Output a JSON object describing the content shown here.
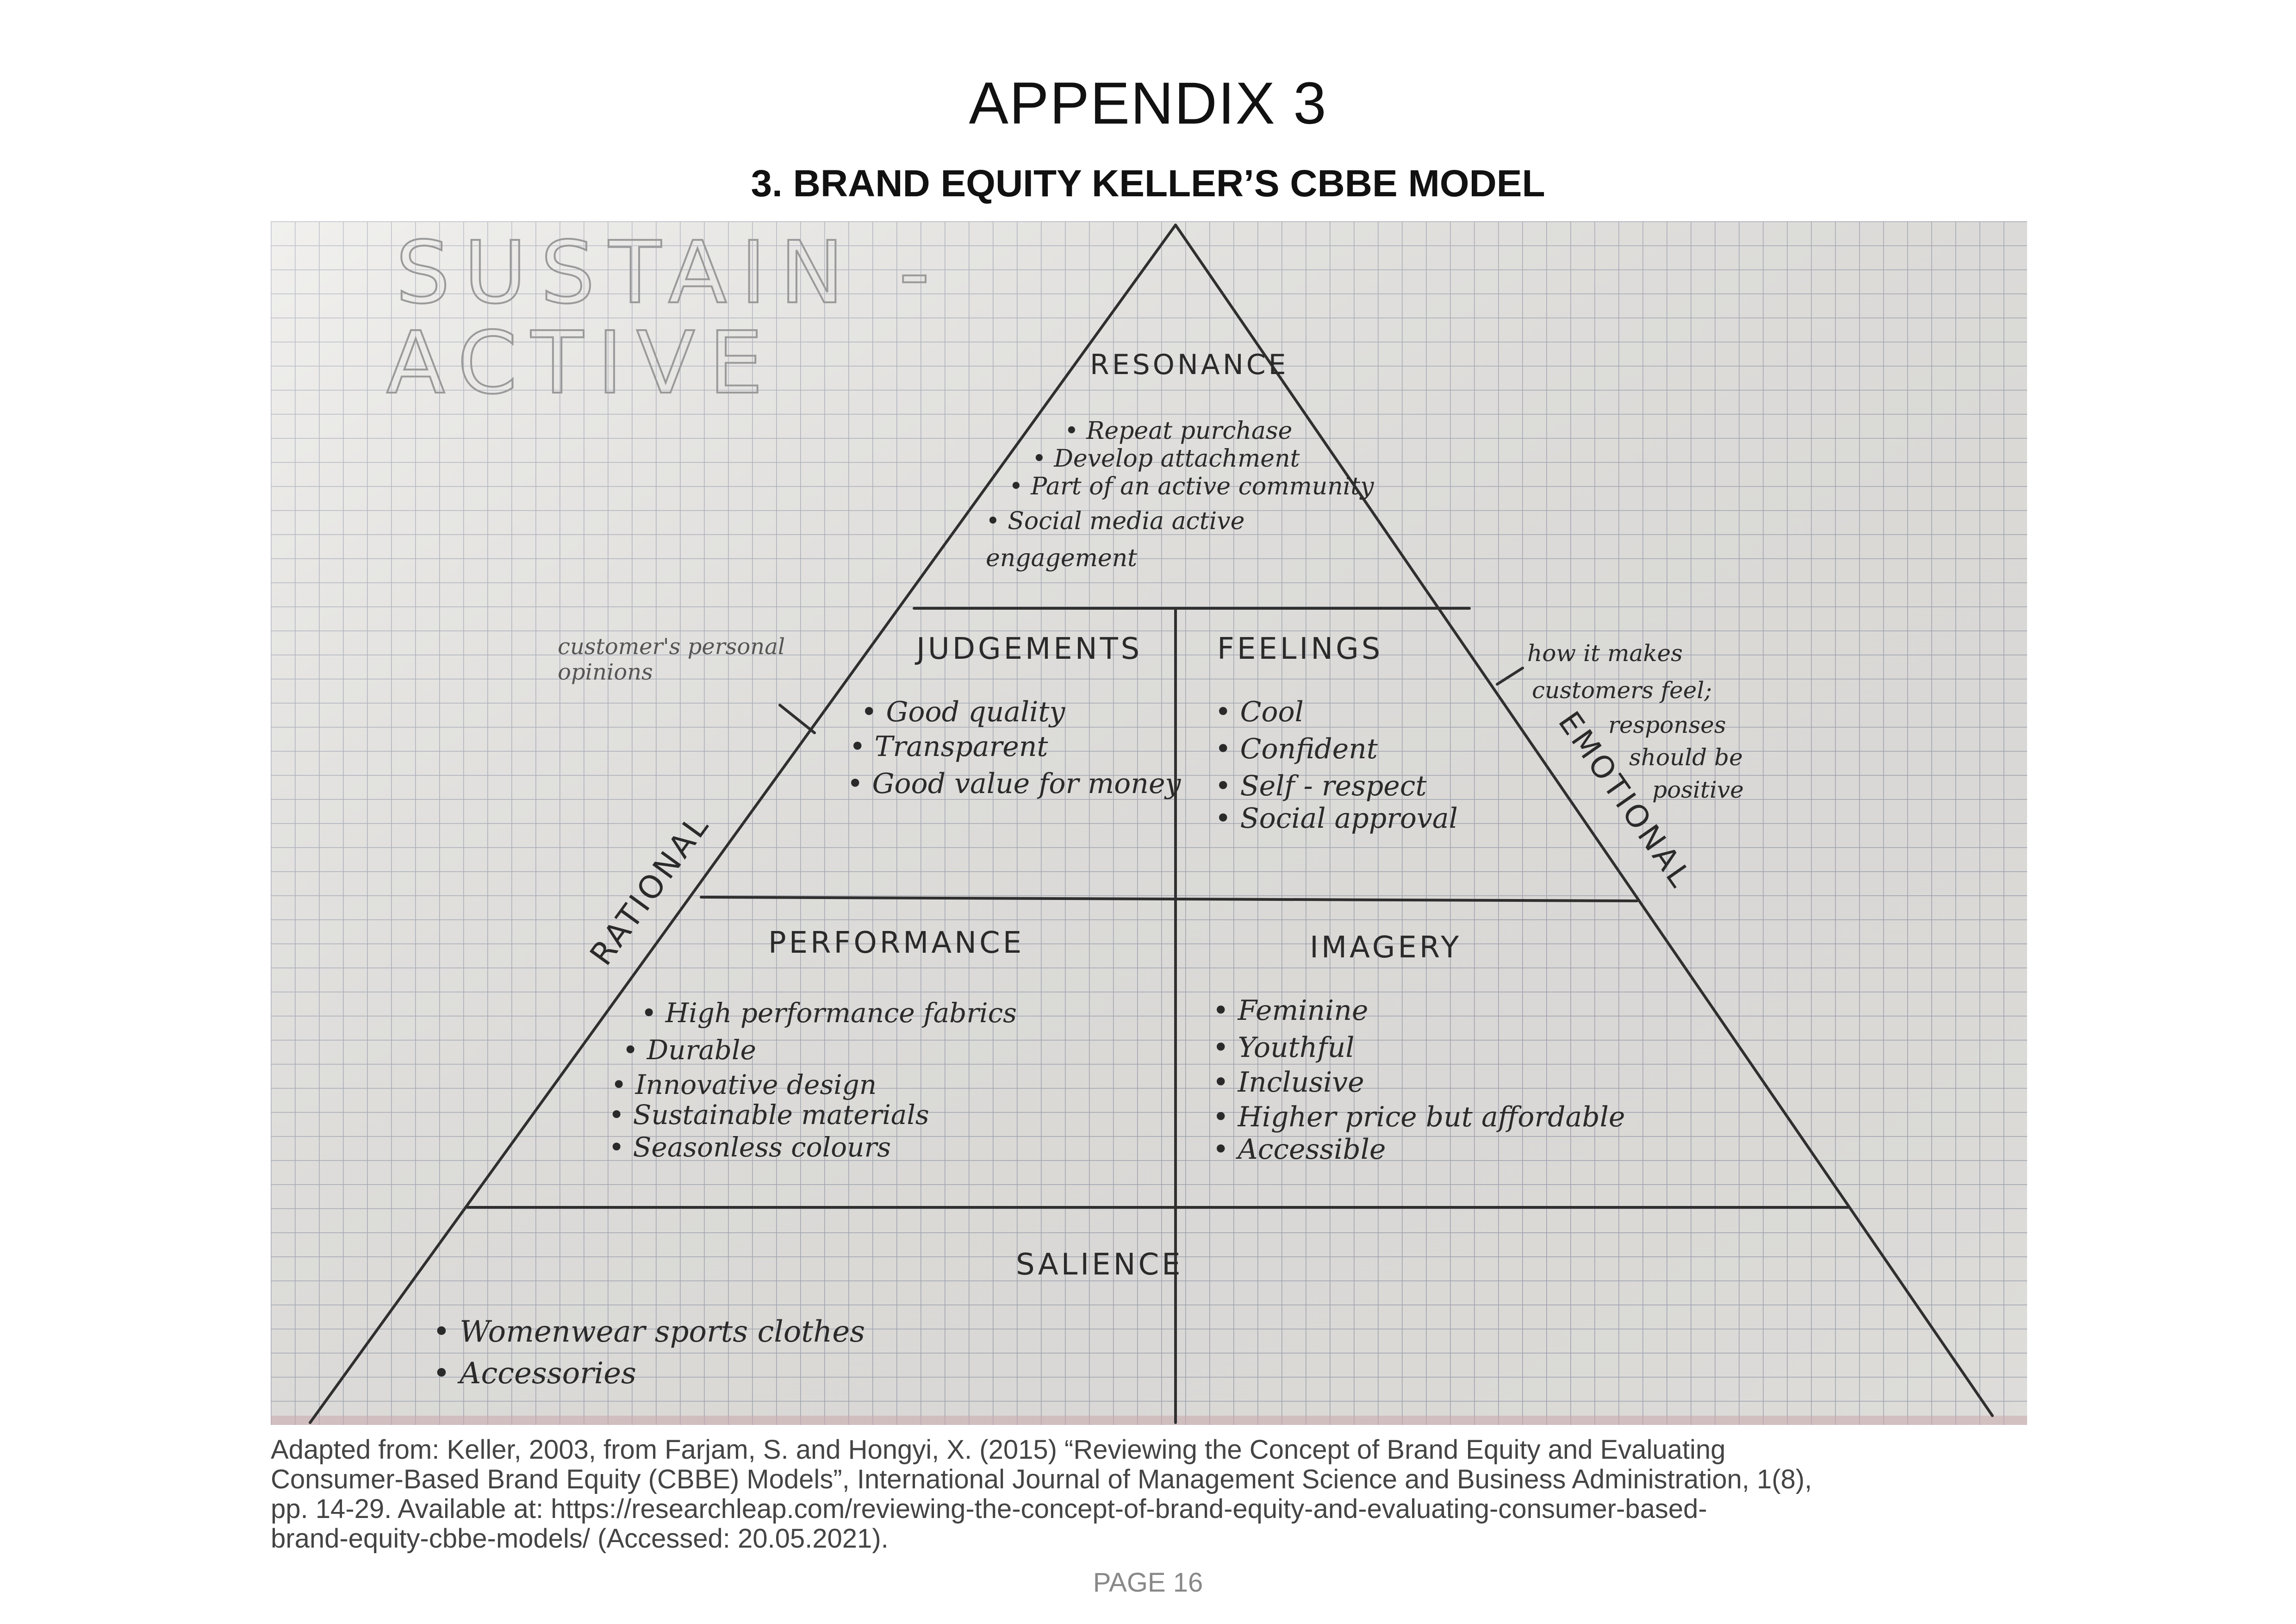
{
  "header": {
    "title": "APPENDIX 3",
    "subtitle": "3. BRAND EQUITY KELLER’S CBBE MODEL"
  },
  "figure": {
    "brand": [
      "SUSTAIN -",
      "ACTIVE"
    ],
    "side_labels": {
      "left": "RATIONAL",
      "right": "EMOTIONAL"
    },
    "notes": {
      "left": [
        "customer's personal",
        "opinions"
      ],
      "right": [
        "how it makes",
        "customers feel;",
        "responses",
        "should be",
        "positive"
      ]
    },
    "levels": {
      "resonance": {
        "label": "RESONANCE",
        "items": [
          "• Repeat purchase",
          "• Develop attachment",
          "• Part of an active community",
          "• Social media active",
          "engagement"
        ]
      },
      "judgements": {
        "label": "JUDGEMENTS",
        "items": [
          "• Good quality",
          "• Transparent",
          "• Good value for money"
        ]
      },
      "feelings": {
        "label": "FEELINGS",
        "items": [
          "• Cool",
          "• Confident",
          "• Self - respect",
          "• Social approval"
        ]
      },
      "performance": {
        "label": "PERFORMANCE",
        "items": [
          "• High performance fabrics",
          "• Durable",
          "• Innovative design",
          "• Sustainable materials",
          "• Seasonless colours"
        ]
      },
      "imagery": {
        "label": "IMAGERY",
        "items": [
          "• Feminine",
          "• Youthful",
          "• Inclusive",
          "• Higher price but affordable",
          "• Accessible"
        ]
      },
      "salience": {
        "label": "SALIENCE",
        "items": [
          "• Womenwear sports clothes",
          "• Accessories"
        ]
      }
    }
  },
  "caption": [
    "Adapted from: Keller, 2003, from Farjam, S. and Hongyi, X. (2015) “Reviewing the Concept of Brand Equity and Evaluating",
    "Consumer-Based Brand Equity (CBBE) Models”, International Journal of Management Science and Business Administration, 1(8),",
    "pp. 14-29. Available at: https://researchleap.com/reviewing-the-concept-of-brand-equity-and-evaluating-consumer-based-",
    "brand-equity-cbbe-models/ (Accessed: 20.05.2021)."
  ],
  "footer": {
    "page_number": "PAGE 16"
  },
  "colors": {
    "paper": "#ecebe8",
    "grid": "#a9adbb",
    "pencil": "#2a2a2a",
    "caption": "#444444"
  }
}
